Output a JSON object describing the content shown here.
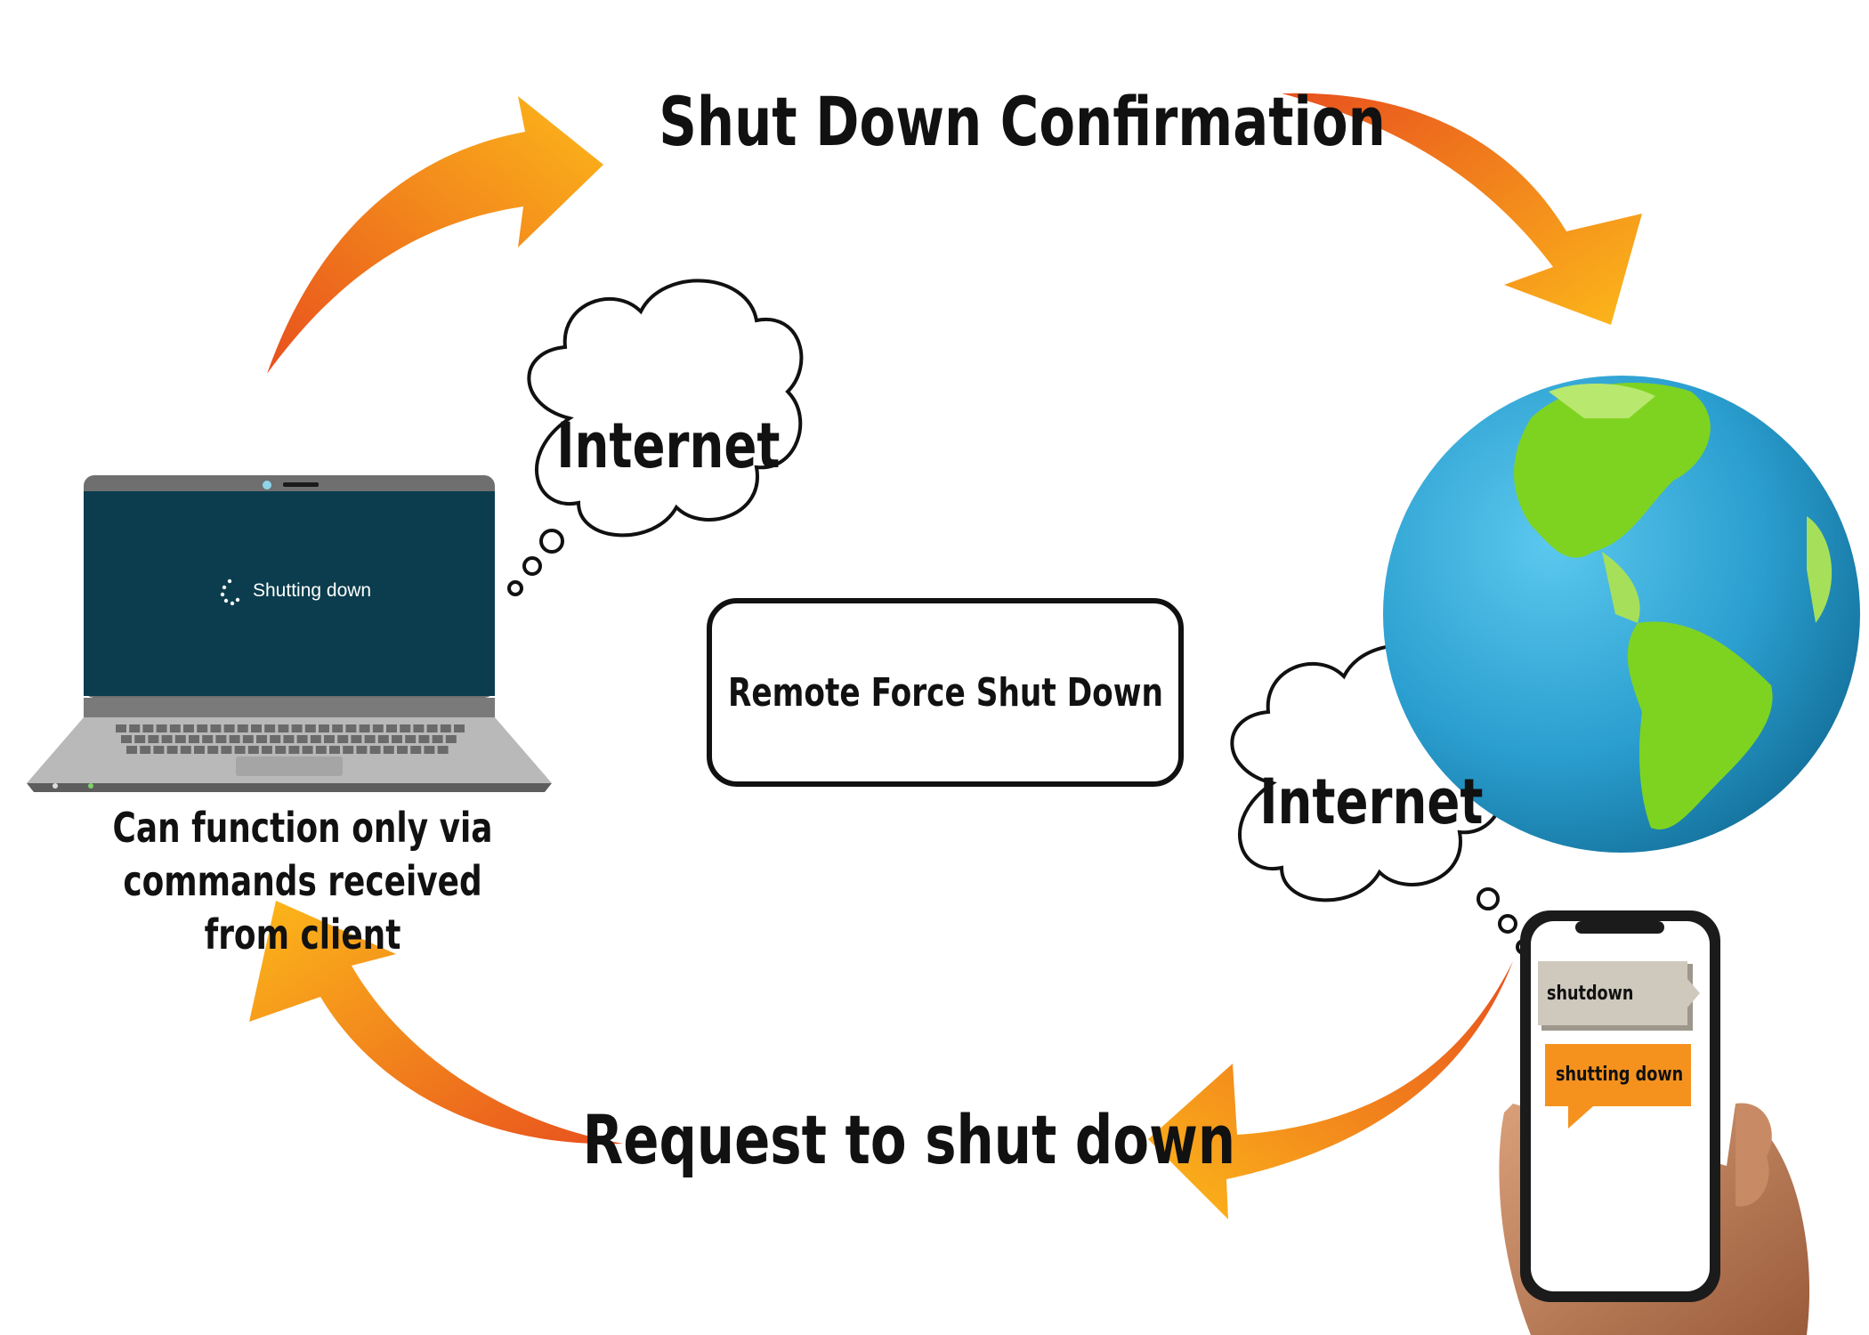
{
  "title_top": "Shut Down Confirmation",
  "title_bottom": "Request to shut down",
  "center_box_label": "Remote Force Shut Down",
  "laptop": {
    "screen_status": "Shutting down",
    "caption": "Can function only via commands received from client"
  },
  "clouds": [
    {
      "label": "Internet"
    },
    {
      "label": "Internet"
    }
  ],
  "phone": {
    "message_received": "shutdown",
    "message_sent": "shutting down"
  },
  "colors": {
    "arrow_start": "#e8501e",
    "arrow_end": "#fcb81a",
    "laptop_screen": "#0b3d4e",
    "globe_ocean": "#2a9ecf",
    "globe_land": "#7ed321",
    "sent_bubble": "#f5921e",
    "received_bubble": "#cfc8bd"
  }
}
